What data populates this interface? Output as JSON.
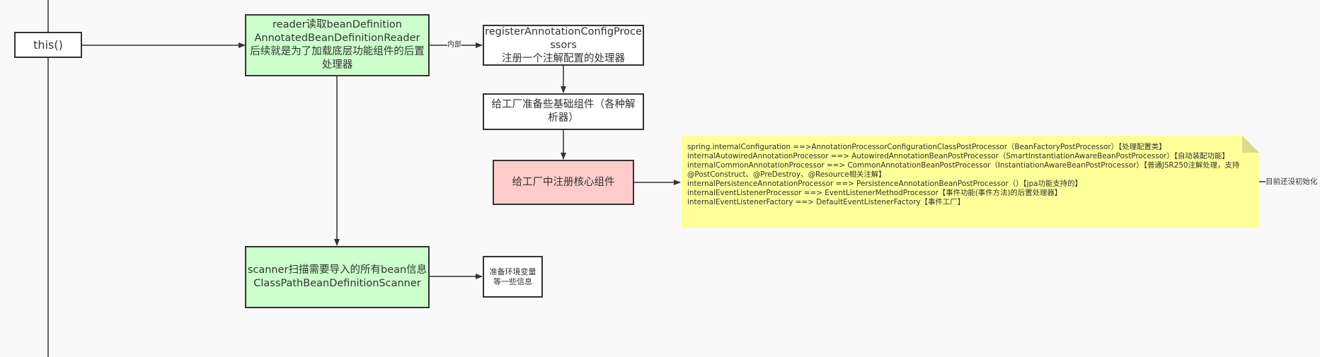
{
  "nodes": {
    "this": {
      "lines": [
        "this()"
      ]
    },
    "reader": {
      "lines": [
        "reader读取beanDefinition",
        "AnnotatedBeanDefinitionReader",
        "后续就是为了加载底层功能组件的后置",
        "处理器"
      ]
    },
    "register": {
      "lines": [
        "registerAnnotationConfigProce",
        "ssors",
        "注册一个注解配置的处理器"
      ]
    },
    "prepare_components": {
      "lines": [
        "给工厂准备些基础组件（各种解",
        "析器）"
      ]
    },
    "core_components": {
      "lines": [
        "给工厂中注册核心组件"
      ]
    },
    "scanner": {
      "lines": [
        "scanner扫描需要导入的所有bean信息",
        "ClassPathBeanDefinitionScanner"
      ]
    },
    "env": {
      "lines": [
        "准备环境变量",
        "等一些信息"
      ]
    }
  },
  "edge_labels": {
    "reader_to_register": "内部",
    "core_to_note_tail": "目前还没初始化"
  },
  "note": {
    "lines": [
      "spring.internalConfiguration  ==>AnnotationProcessorConfigurationClassPostProcessor（BeanFactoryPostProcessor）【处理配置类】",
      "internalAutowiredAnnotationProcessor ==> AutowiredAnnotationBeanPostProcessor（SmartInstantiationAwareBeanPostProcessor）【自动装配功能】",
      "internalCommonAnnotationProcessor ==> CommonAnnotationBeanPostProcessor（InstantiationAwareBeanPostProcessor）【普通JSR250注解处理，支持",
      "@PostConstruct、@PreDestroy、@Resource相关注解】",
      "internalPersistenceAnnotationProcessor ==> PersistenceAnnotationBeanPostProcessor（）【jpa功能支持的】",
      "internalEventListenerProcessor ==> EventListenerMethodProcessor【事件功能(事件方法)的后置处理器】",
      "internalEventListenerFactory ==> DefaultEventListenerFactory【事件工厂】"
    ]
  },
  "colors": {
    "green": "#ccffcc",
    "pink": "#ffcccc",
    "note": "#ffff99",
    "line": "#333333"
  }
}
